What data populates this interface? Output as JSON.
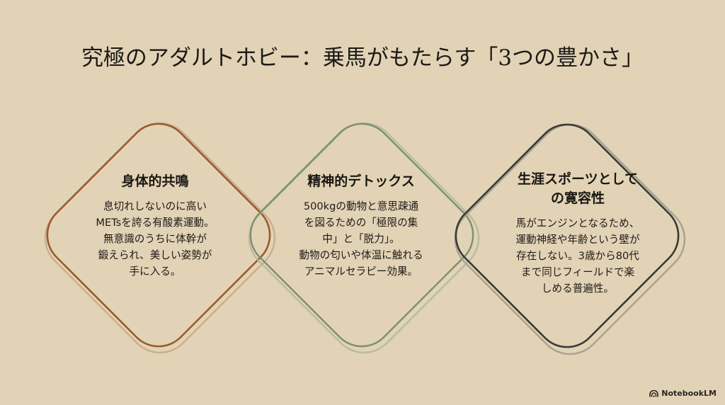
{
  "title": "究極のアダルトホビー：乗馬がもたらす「3つの豊かさ」",
  "colors": {
    "background": "#e2d3b6",
    "diamond_1": "#9a5a2e",
    "diamond_2": "#7d8f72",
    "diamond_3": "#3a3935"
  },
  "cards": [
    {
      "heading_lines": [
        "身体的共鳴"
      ],
      "body_lines": [
        "息切れしないのに高い",
        "METsを誇る有酸素運動。",
        "無意識のうちに体幹が",
        "鍛えられ、美しい姿勢が",
        "手に入る。"
      ]
    },
    {
      "heading_lines": [
        "精神的デトックス"
      ],
      "body_lines": [
        "500kgの動物と意思疎通",
        "を図るための「極限の集",
        "中」と「脱力」。",
        "動物の匂いや体温に触れる",
        "アニマルセラピー効果。"
      ]
    },
    {
      "heading_lines": [
        "生涯スポーツとして",
        "の寛容性"
      ],
      "body_lines": [
        "馬がエンジンとなるため、",
        "運動神経や年齢という壁が",
        "存在しない。3歳から80代",
        "まで同じフィールドで楽",
        "しめる普遍性。"
      ]
    }
  ],
  "brand": {
    "icon": "notebooklm-logo-icon",
    "label": "NotebookLM"
  }
}
